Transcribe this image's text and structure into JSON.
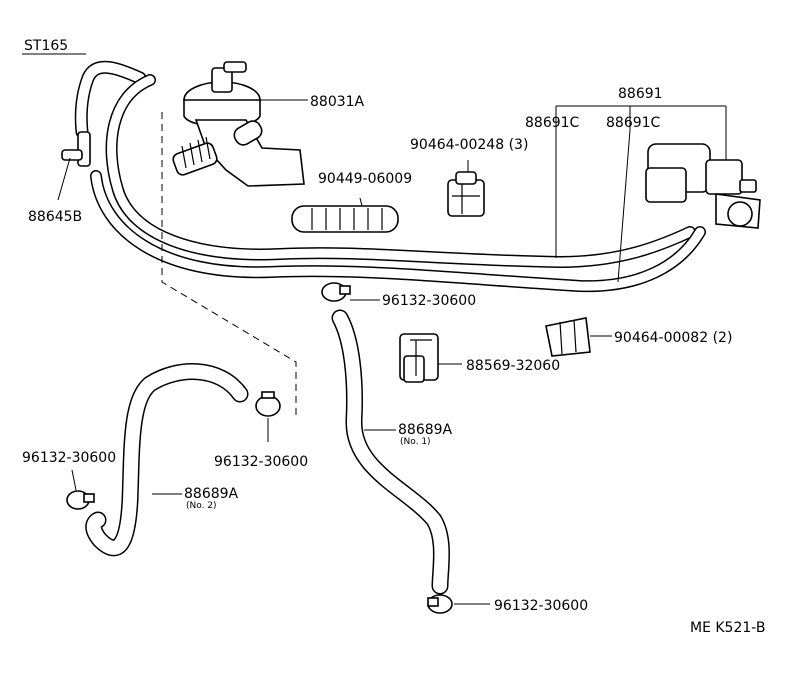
{
  "model": "ST165",
  "diagram_code": "ME K521-B",
  "parts": {
    "p88031A": "88031A",
    "p88645B": "88645B",
    "p90449": "90449-06009",
    "p90464_00248": "90464-00248 (3)",
    "p88691": "88691",
    "p88691C_left": "88691C",
    "p88691C_right": "88691C",
    "p96132_top": "96132-30600",
    "p90464_00082": "90464-00082 (2)",
    "p88569": "88569-32060",
    "p88689A_no1": "88689A",
    "p88689A_no1_sub": "(No. 1)",
    "p96132_left": "96132-30600",
    "p96132_mid": "96132-30600",
    "p88689A_no2": "88689A",
    "p88689A_no2_sub": "(No. 2)",
    "p96132_bottom": "96132-30600"
  }
}
